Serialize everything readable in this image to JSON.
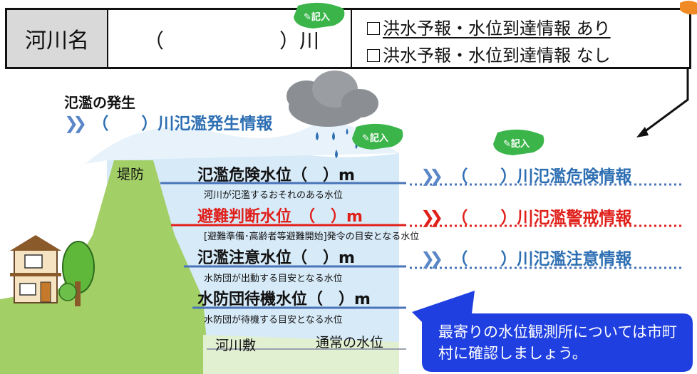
{
  "header": {
    "river_name_label": "河川名",
    "paren_open": "（",
    "paren_close": "）川",
    "option_yes": "洪水予報・水位到達情報 あり",
    "option_no": "洪水予報・水位到達情報 なし"
  },
  "badge_label": "✎記入",
  "occurrence": {
    "title": "氾濫の発生",
    "info": "（　　）川氾濫発生情報"
  },
  "levels": [
    {
      "name": "氾濫危険水位（　）m",
      "desc": "河川が氾濫するおそれのある水位",
      "info": "（　　）川氾濫危険情報",
      "color": "#111111",
      "line_color": "#4a74b8"
    },
    {
      "name": "避難判断水位　（　）m",
      "desc": "[避難準備･高齢者等避難開始]発令の目安となる水位",
      "info": "（　　）川氾濫警戒情報",
      "color": "#e0201b",
      "line_color": "#e0201b"
    },
    {
      "name": "氾濫注意水位（　）m",
      "desc": "水防団が出動する目安となる水位",
      "info": "（　　）川氾濫注意情報",
      "color": "#111111",
      "line_color": "#4a74b8"
    },
    {
      "name": "水防団待機水位（　）m",
      "desc": "水防団が待機する目安となる水位",
      "info": "",
      "color": "#111111",
      "line_color": "#4a74b8"
    }
  ],
  "labels": {
    "levee": "堤防",
    "riverbed": "河川敷",
    "normal_level": "通常の水位"
  },
  "callout": "最寄りの水位観測所については市町村に確認しましょう。",
  "colors": {
    "blue_text": "#2e6fb3",
    "badge_green": "#3bb54a",
    "callout_blue": "#1f3fe0",
    "levee_green": "#a8d46f",
    "water": "#cfe6f7"
  }
}
